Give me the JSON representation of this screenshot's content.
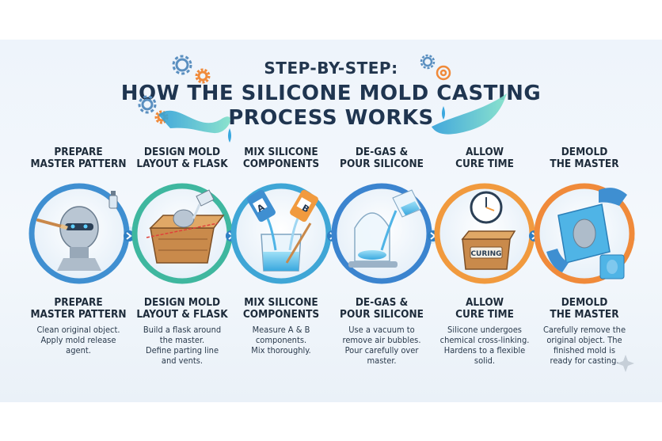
{
  "title": {
    "line1": "STEP-BY-STEP:",
    "line2": "HOW THE SILICONE MOLD CASTING",
    "line3": "PROCESS WORKS"
  },
  "steps": [
    {
      "title": "PREPARE\nMASTER PATTERN",
      "description": "Clean original object.\nApply mold release\nagent.",
      "icon": "robot-head-brush-icon",
      "ring_color": "#3f8fd1"
    },
    {
      "title": "DESIGN MOLD\nLAYOUT & FLASK",
      "description": "Build a flask around\nthe master.\nDefine parting line\nand vents.",
      "icon": "wooden-flask-icon",
      "ring_color": "#3fb79f"
    },
    {
      "title": "MIX SILICONE\nCOMPONENTS",
      "description": "Measure A & B\ncomponents.\nMix thoroughly.",
      "icon": "mixing-beaker-icon",
      "ring_color": "#3fa6d6"
    },
    {
      "title": "DE-GAS &\nPOUR SILICONE",
      "description": "Use a vacuum to\nremove air bubbles.\nPour carefully over\nmaster.",
      "icon": "vacuum-chamber-icon",
      "ring_color": "#3b84cf"
    },
    {
      "title": "ALLOW\nCURE TIME",
      "description": "Silicone undergoes\nchemical cross-linking.\nHardens to a flexible\nsolid.",
      "icon": "clock-curing-box-icon",
      "ring_color": "#f19a3e",
      "box_label": "CURING"
    },
    {
      "title": "DEMOLD\nTHE MASTER",
      "description": "Carefully remove the\noriginal object. The\nfinished mold is\nready for casting.",
      "icon": "demold-hands-icon",
      "ring_color": "#f08a3a"
    }
  ],
  "bottle_labels": [
    "A",
    "B"
  ],
  "colors": {
    "title": "#1f3550",
    "silicone_blue": "#4fb4e6",
    "wood": "#c98a4b",
    "orange_accent": "#f19a3e"
  }
}
